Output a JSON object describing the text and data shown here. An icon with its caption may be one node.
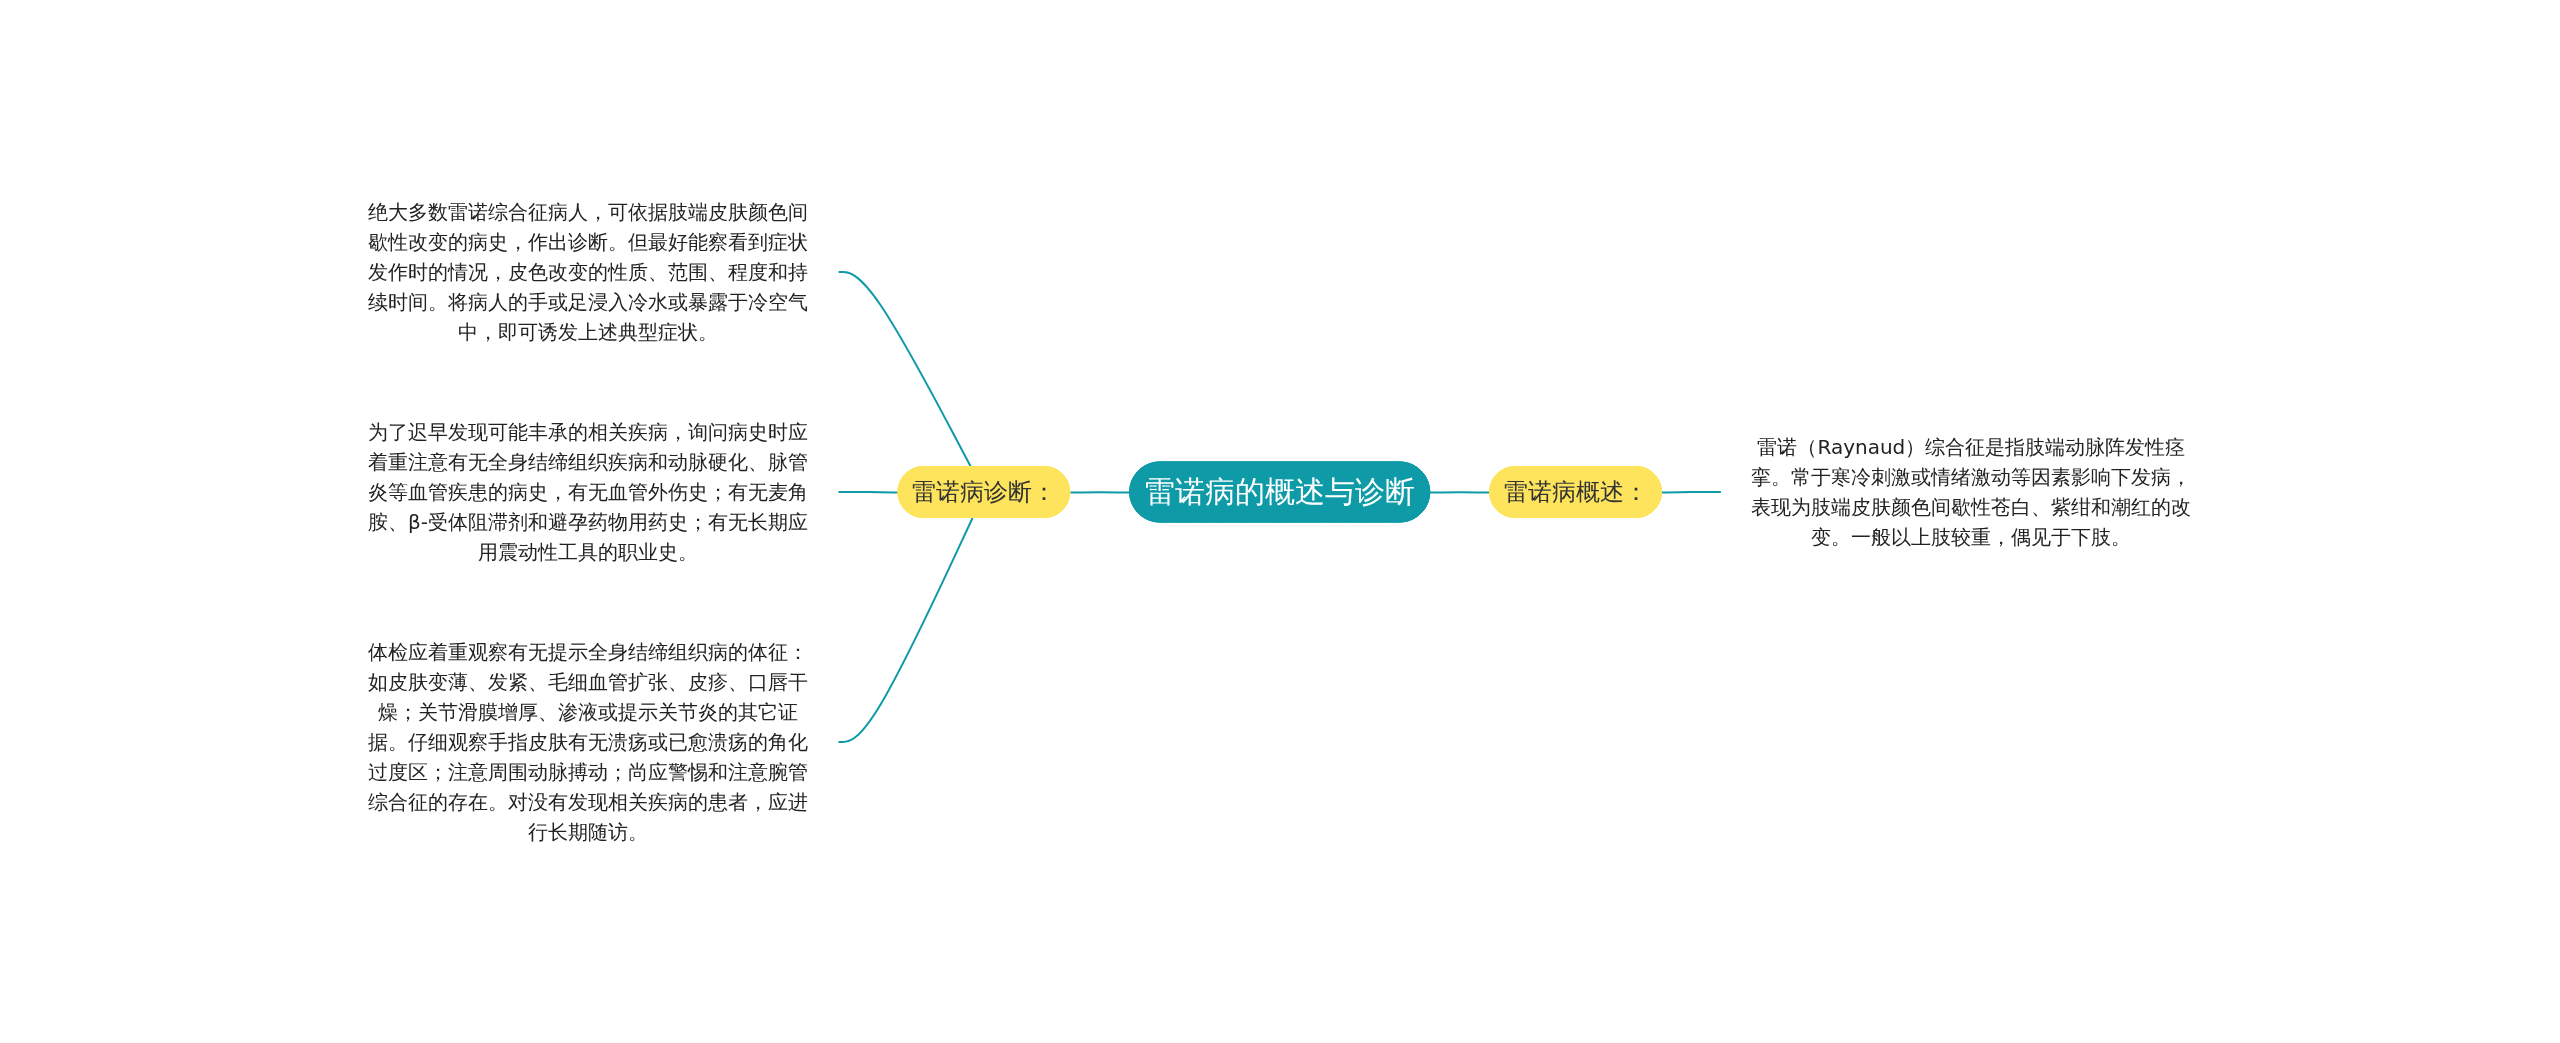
{
  "diagram": {
    "nodes": [
      {
        "text": [
          "雷诺病的概述与诊断"
        ]
      },
      {
        "text": [
          "雷诺病诊断："
        ]
      },
      {
        "text": [
          "绝大多数雷诺综合征病人，可依据肢端皮肤颜色间歇性改变的病史，作出诊断。但最好能察看到症状发作时的情况，皮色改变的性质、范围、程度和持续时间。将病人的手或足浸入冷水或暴露于冷空气中，即可诱发上述典型症状。"
        ]
      },
      {
        "text": [
          "为了迟早发现可能丰承的相关疾病，询问病史时应着重注意有无全身结缔组织疾病和动脉硬化、脉管炎等血管疾患的病史，有无血管外伤史；有无麦角胺、β-受体阻滞剂和避孕药物用药史；有无长期应用震动性工具的职业史。"
        ]
      },
      {
        "text": [
          "体检应着重观察有无提示全身结缔组织病的体征：如皮肤变薄、发紧、毛细血管扩张、皮疹、口唇干燥；关节滑膜增厚、渗液或提示关节炎的其它证据。仔细观察手指皮肤有无溃疡或已愈溃疡的角化过度区；注意周围动脉搏动；尚应警惕和注意腕管综合征的存在。对没有发现相关疾病的患者，应进行长期随访。"
        ]
      },
      {
        "text": [
          "雷诺病概述："
        ]
      },
      {
        "text": [
          "雷诺（Raynaud）综合征是指肢端动脉阵发性痉挛。常于寒冷刺激或情绪激动等因素影响下发病，表现为肢端皮肤颜色间歇性苍白、紫绀和潮红的改变。一般以上肢较重，偶见于下肢。"
        ]
      }
    ],
    "edges": [
      {
        "from": 2,
        "to": 1,
        "arrow": "none"
      },
      {
        "from": 3,
        "to": 1,
        "arrow": "none"
      },
      {
        "from": 4,
        "to": 1,
        "arrow": "none"
      },
      {
        "from": 1,
        "to": 0,
        "arrow": "none"
      },
      {
        "from": 0,
        "to": 5,
        "arrow": "none"
      },
      {
        "from": 5,
        "to": 6,
        "arrow": "none"
      }
    ]
  }
}
